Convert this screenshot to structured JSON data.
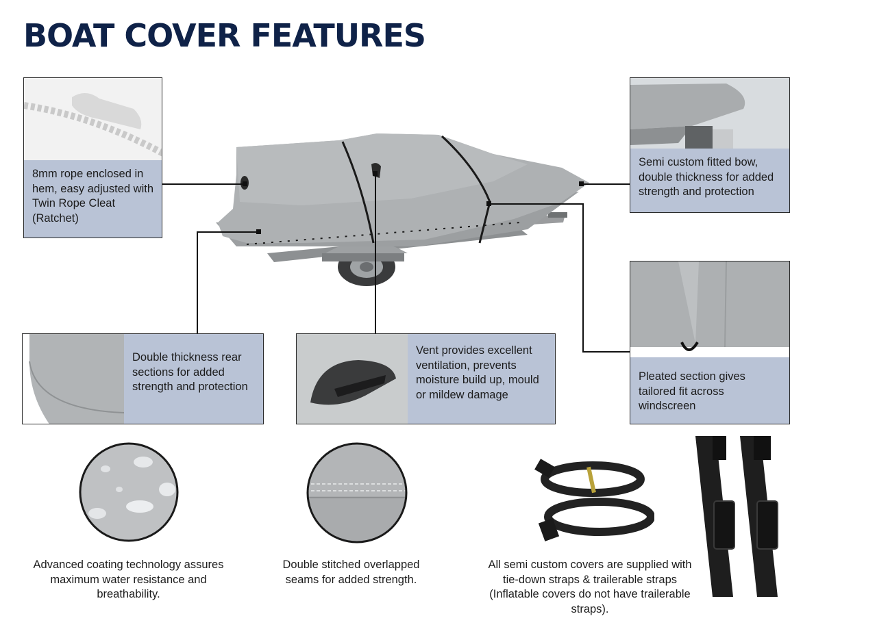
{
  "page": {
    "title": "BOAT COVER FEATURES"
  },
  "colors": {
    "title_navy": "#0f2248",
    "caption_bg": "#b9c3d6",
    "cover_grey": "#a8abad",
    "connector": "#111111"
  },
  "callouts": [
    {
      "id": "rope",
      "text": "8mm rope enclosed in hem, easy adjusted with Twin Rope Cleat (Ratchet)",
      "icon": "rope-hem-photo"
    },
    {
      "id": "bow",
      "text": "Semi custom fitted bow, double thickness for added strength and protection",
      "icon": "bow-photo"
    },
    {
      "id": "rear",
      "text": "Double thickness rear sections for added strength and protection",
      "icon": "rear-section-photo"
    },
    {
      "id": "vent",
      "text": "Vent provides excellent ventilation, prevents moisture build up, mould or mildew damage",
      "icon": "vent-photo"
    },
    {
      "id": "pleated",
      "text": "Pleated section gives tailored fit across windscreen",
      "icon": "pleated-section-photo"
    }
  ],
  "bottom_features": [
    {
      "id": "coating",
      "text": "Advanced coating technology assures maximum water resistance and breathability.",
      "icon": "water-droplets-photo"
    },
    {
      "id": "seams",
      "text": "Double stitched overlapped seams for added strength.",
      "icon": "stitched-seam-photo"
    },
    {
      "id": "straps",
      "text": "All semi custom covers are supplied with tie-down straps & trailerable straps (Inflatable covers do not have trailerable straps).",
      "icon": "straps-photo"
    }
  ]
}
